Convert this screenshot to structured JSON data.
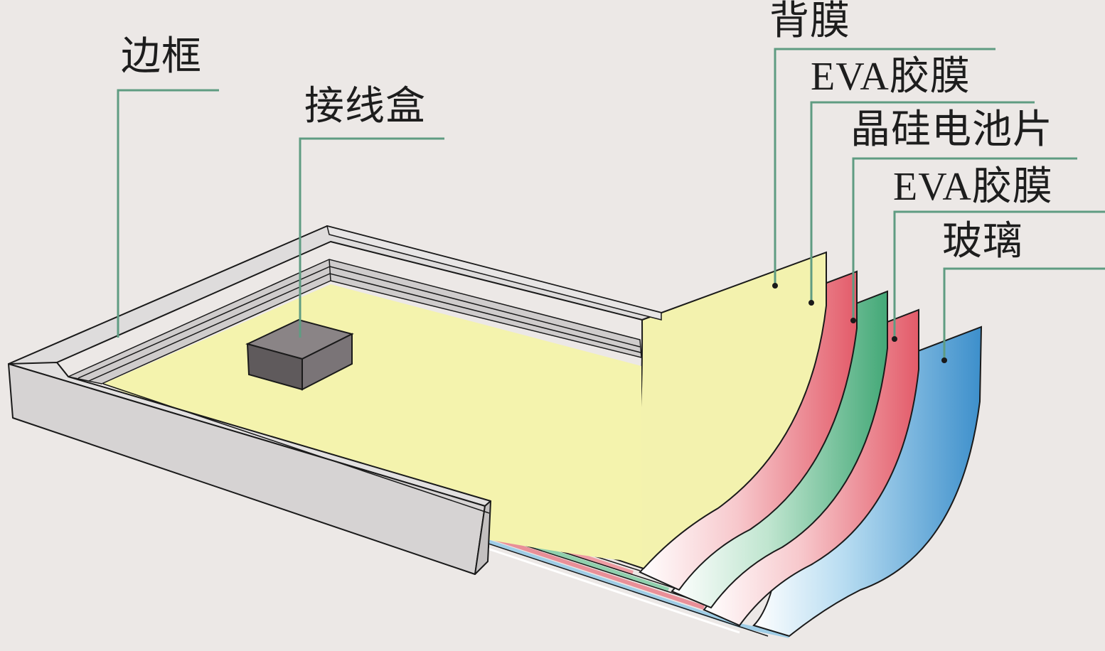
{
  "diagram": {
    "labels": {
      "frame": "边框",
      "junction_box": "接线盒",
      "backsheet": "背膜",
      "eva_top": "EVA胶膜",
      "cells": "晶硅电池片",
      "eva_bottom": "EVA胶膜",
      "glass": "玻璃"
    },
    "colors": {
      "background": "#ece8e6",
      "leader_line": "#5f9c82",
      "frame": "#d9d7d7",
      "backsheet": "#f3f2a8",
      "eva": "#e86d78",
      "cells": "#5fb98a",
      "glass": "#4c9ed4",
      "junction_box": "#6f6a6c"
    }
  }
}
